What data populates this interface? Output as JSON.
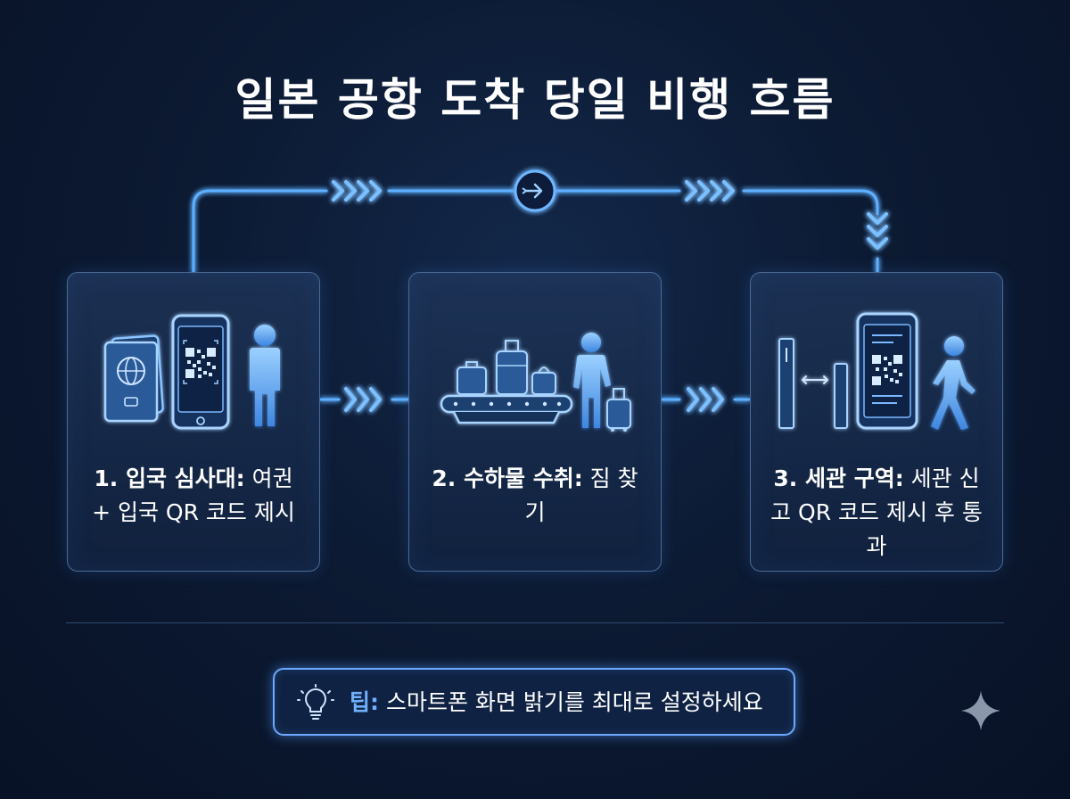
{
  "title": "일본 공항 도착 당일 비행 흐름",
  "steps": [
    {
      "label": "1. 입국 심사대:",
      "desc": " 여권 + 입국 QR 코드 제시",
      "icons": [
        "passport-icon",
        "phone-qr-icon",
        "person-icon"
      ]
    },
    {
      "label": "2. 수하물 수취:",
      "desc": " 짐 찾기",
      "icons": [
        "baggage-carousel-icon",
        "person-with-suitcase-icon"
      ]
    },
    {
      "label": "3. 세관 구역:",
      "desc": " 세관 신고 QR 코드 제시 후 통과",
      "icons": [
        "gate-icon",
        "phone-qr-icon",
        "walking-person-icon"
      ]
    }
  ],
  "tip": {
    "label": "팁:",
    "text": " 스마트폰 화면 밝기를 최대로 설정하세요",
    "icon": "lightbulb-icon"
  },
  "colors": {
    "accent": "#4aa3ff",
    "glow": "#7cc0ff",
    "card_border": "#4b6a94",
    "background": "#0c1a33"
  }
}
